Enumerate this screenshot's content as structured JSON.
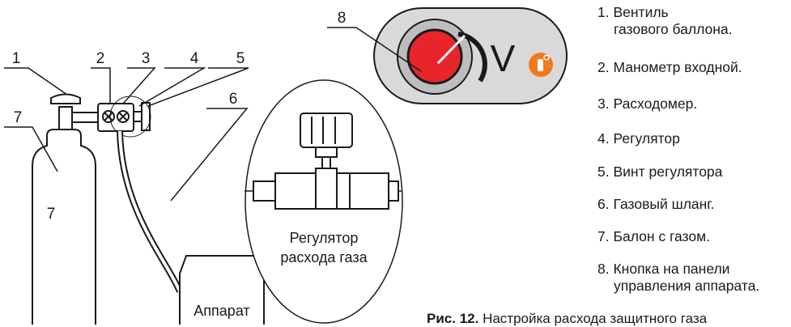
{
  "callouts": [
    "1",
    "2",
    "3",
    "4",
    "5",
    "6",
    "7",
    "8"
  ],
  "inset_label": [
    "Регулятор",
    "расхода газа"
  ],
  "machine_label": "Аппарат",
  "panel_letter": "V",
  "legend": [
    {
      "num": "1.",
      "lines": [
        "Вентиль",
        "газового баллона."
      ]
    },
    {
      "num": "2.",
      "lines": [
        "Манометр входной."
      ]
    },
    {
      "num": "3.",
      "lines": [
        "Расходомер."
      ]
    },
    {
      "num": "4.",
      "lines": [
        "Регулятор"
      ]
    },
    {
      "num": "5.",
      "lines": [
        "Винт регулятора"
      ]
    },
    {
      "num": "6.",
      "lines": [
        "Газовый шланг."
      ]
    },
    {
      "num": "7.",
      "lines": [
        "Балон с газом."
      ]
    },
    {
      "num": "8.",
      "lines": [
        "Кнопка на панели",
        "управления аппарата."
      ]
    }
  ],
  "caption": {
    "prefix": "Рис. 12.",
    "text": "Настройка расхода защитного газа"
  },
  "colors": {
    "knob_red": "#e8252b",
    "panel_grey": "#d9d9d9",
    "orange_icon": "#f07a20",
    "line": "#1a1a1a"
  }
}
